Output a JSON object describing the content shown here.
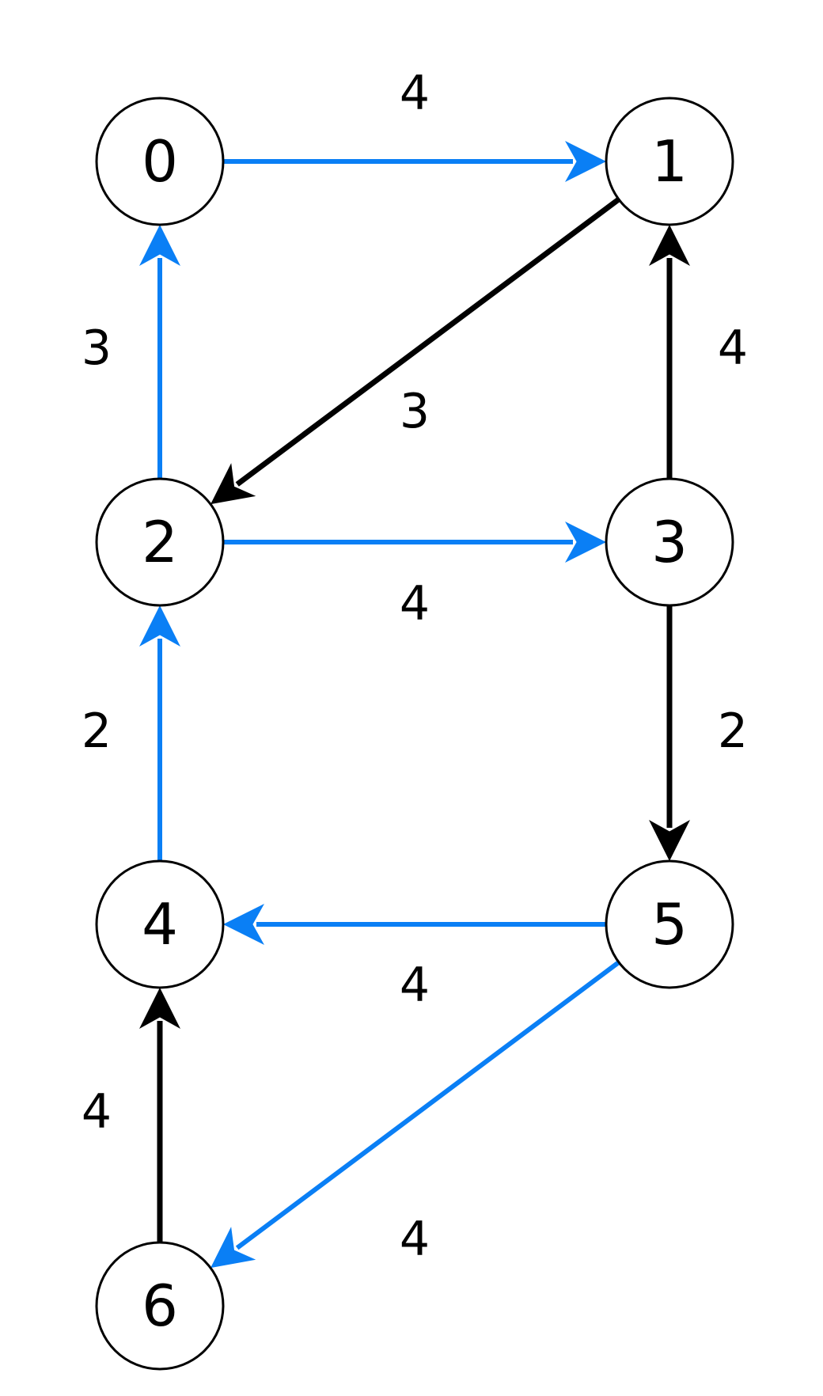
{
  "colors": {
    "highlight": "#0a7ff5",
    "normal": "#000000"
  },
  "nodes": [
    {
      "id": "0",
      "label": "0"
    },
    {
      "id": "1",
      "label": "1"
    },
    {
      "id": "2",
      "label": "2"
    },
    {
      "id": "3",
      "label": "3"
    },
    {
      "id": "4",
      "label": "4"
    },
    {
      "id": "5",
      "label": "5"
    },
    {
      "id": "6",
      "label": "6"
    }
  ],
  "edges": [
    {
      "from": "0",
      "to": "1",
      "weight": "4",
      "highlighted": true
    },
    {
      "from": "1",
      "to": "2",
      "weight": "3",
      "highlighted": false
    },
    {
      "from": "2",
      "to": "0",
      "weight": "3",
      "highlighted": true
    },
    {
      "from": "3",
      "to": "1",
      "weight": "4",
      "highlighted": false
    },
    {
      "from": "2",
      "to": "3",
      "weight": "4",
      "highlighted": true
    },
    {
      "from": "4",
      "to": "2",
      "weight": "2",
      "highlighted": true
    },
    {
      "from": "3",
      "to": "5",
      "weight": "2",
      "highlighted": false
    },
    {
      "from": "5",
      "to": "4",
      "weight": "4",
      "highlighted": true
    },
    {
      "from": "6",
      "to": "4",
      "weight": "4",
      "highlighted": false
    },
    {
      "from": "5",
      "to": "6",
      "weight": "4",
      "highlighted": true
    }
  ]
}
